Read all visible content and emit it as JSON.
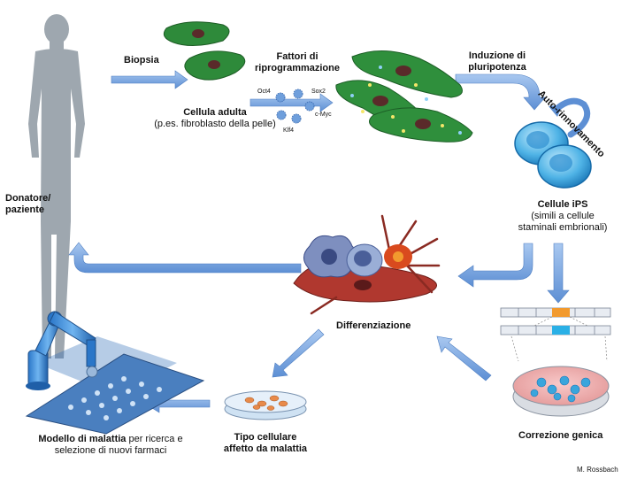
{
  "labels": {
    "donor_line1": "Donatore/",
    "donor_line2": "paziente",
    "biopsy": "Biopsia",
    "adult_cell_line1": "Cellula adulta",
    "adult_cell_line2": "(p.es. fibroblasto della pelle)",
    "factors_line1": "Fattori di",
    "factors_line2": "riprogrammazione",
    "induction_line1": "Induzione di",
    "induction_line2": "pluripotenza",
    "self_renewal": "Auto-rinnovamento",
    "ips_line1": "Cellule iPS",
    "ips_line2": "(simili a cellule",
    "ips_line3": "staminali embrionali)",
    "differentiation": "Differenziazione",
    "gene_correction": "Correzione genica",
    "cell_type_line1": "Tipo cellulare",
    "cell_type_line2": "affetto da malattia",
    "model_bold": "Modello di malattia",
    "model_rest": " per ricerca e",
    "model_line2": "selezione di nuovi farmaci",
    "credit": "M. Rossbach"
  },
  "factors": {
    "oct4": "Oct4",
    "sox2": "Sox2",
    "cmyc": "c-Myc",
    "klf4": "Klf4"
  },
  "colors": {
    "arrow_blue": "#6f9fdc",
    "fibroblast_green": "#2e8a3a",
    "ips_blue": "#3aa5dc",
    "silhouette_gray": "#9aa3ab",
    "dish_pink": "#f2b3b3",
    "gene_orange": "#f29a2e",
    "gene_blue": "#2ab0e6"
  }
}
